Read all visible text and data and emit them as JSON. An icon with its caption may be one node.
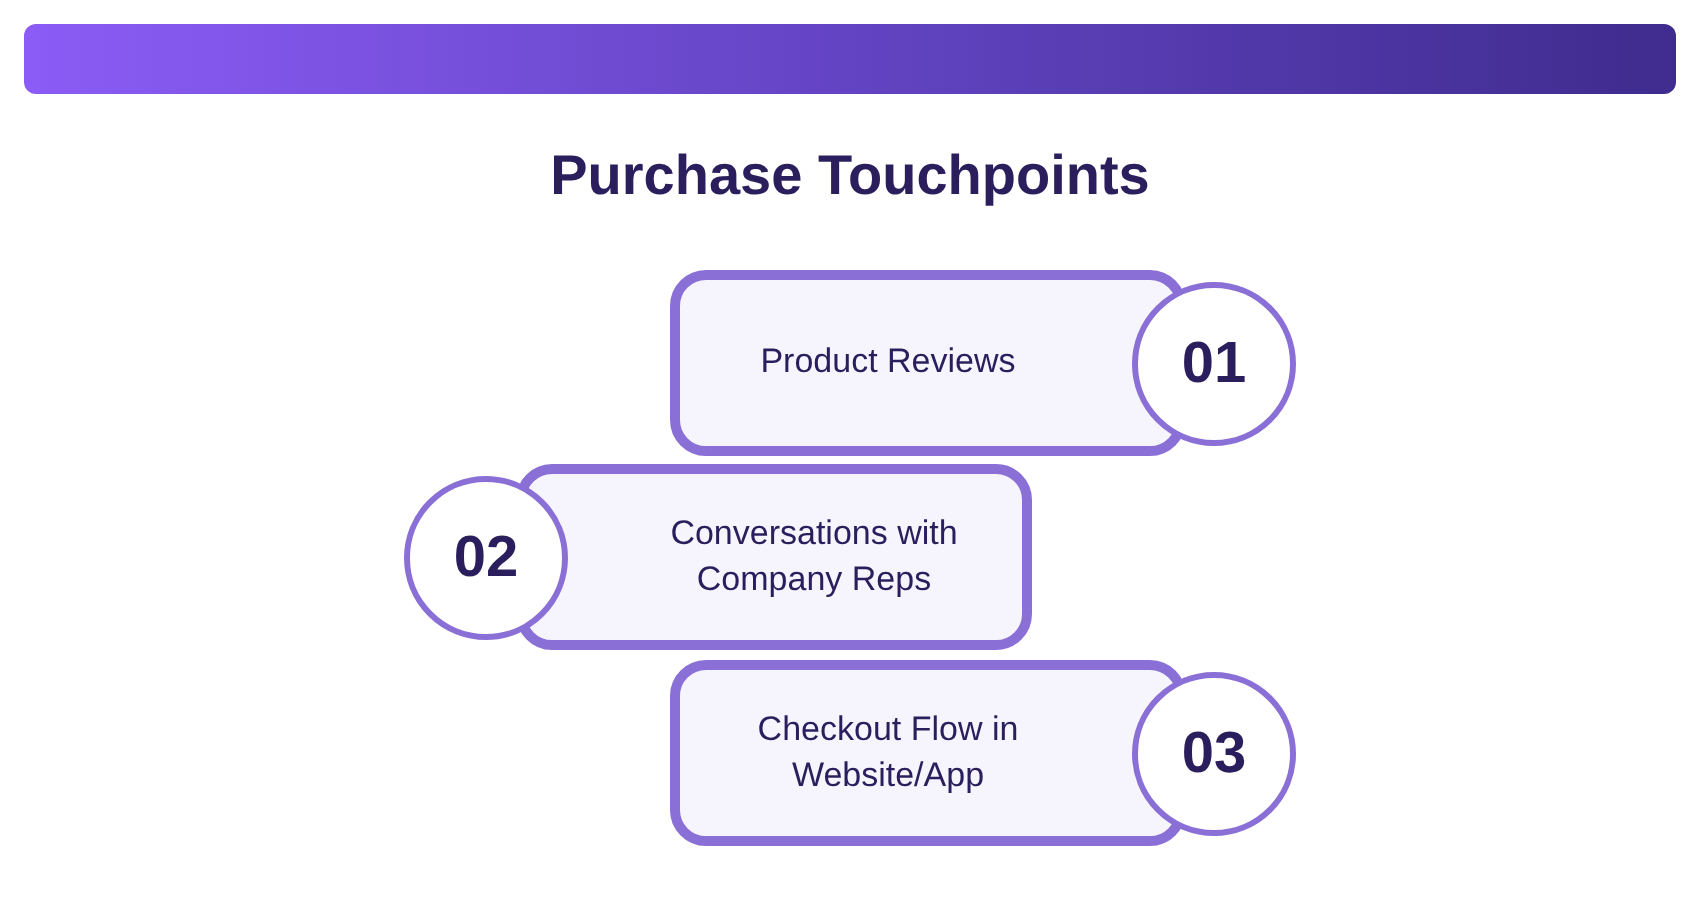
{
  "diagram": {
    "title": "Purchase Touchpoints",
    "nodes": [
      {
        "text": [
          "Product Reviews"
        ]
      },
      {
        "text": [
          "01"
        ]
      },
      {
        "text": [
          "02"
        ]
      },
      {
        "text": [
          "Conversations with Company Reps"
        ]
      },
      {
        "text": [
          "Checkout Flow in Website/App"
        ]
      },
      {
        "text": [
          "03"
        ]
      }
    ],
    "edges": []
  }
}
